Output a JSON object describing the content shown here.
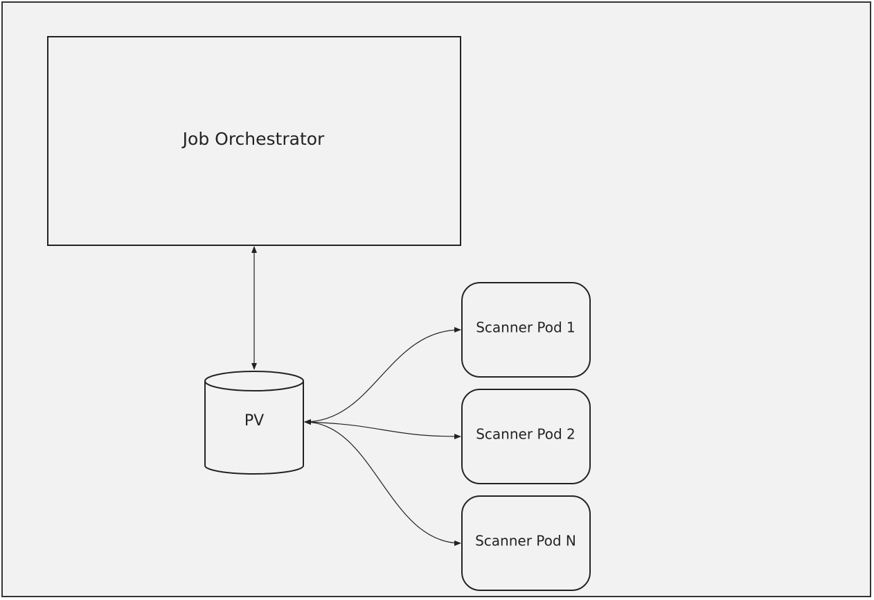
{
  "diagram": {
    "background_color": "#f2f2f2",
    "stroke_color": "#222222",
    "nodes": {
      "orchestrator": {
        "label": "Job Orchestrator",
        "shape": "rectangle"
      },
      "pv": {
        "label": "PV",
        "shape": "cylinder"
      },
      "pod1": {
        "label": "Scanner Pod 1",
        "shape": "rounded-rectangle"
      },
      "pod2": {
        "label": "Scanner Pod 2",
        "shape": "rounded-rectangle"
      },
      "podN": {
        "label": "Scanner Pod N",
        "shape": "rounded-rectangle"
      }
    },
    "edges": [
      {
        "from": "orchestrator",
        "to": "pv",
        "direction": "both"
      },
      {
        "from": "pv",
        "to": "pod1",
        "direction": "both"
      },
      {
        "from": "pv",
        "to": "pod2",
        "direction": "both"
      },
      {
        "from": "pv",
        "to": "podN",
        "direction": "both"
      }
    ]
  }
}
